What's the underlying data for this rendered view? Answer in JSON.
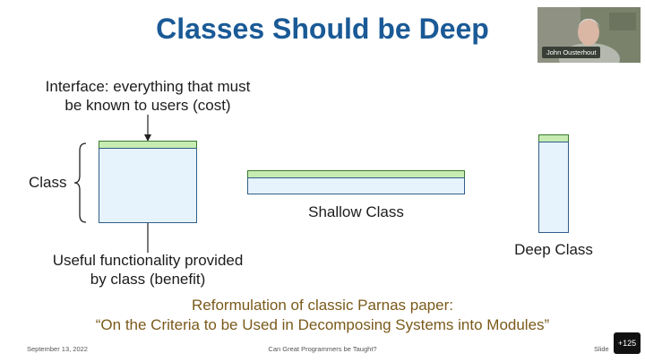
{
  "slide": {
    "title": "Classes Should be Deep",
    "interface_label": [
      "Interface: everything that must",
      "be known to users (cost)"
    ],
    "class_label": "Class",
    "functionality_label": [
      "Useful functionality provided",
      "by class (benefit)"
    ],
    "shallow_label": "Shallow Class",
    "deep_label": "Deep Class",
    "reference": [
      "Reformulation of classic Parnas paper:",
      "“On the Criteria to be Used in Decomposing Systems into Modules”"
    ]
  },
  "footer": {
    "date": "September 13, 2022",
    "talk": "Can Great Programmers be Taught?",
    "slide": "Slide"
  },
  "video": {
    "name": "John Ousterhout"
  },
  "badge": {
    "count": "+125"
  },
  "colors": {
    "title": "#1a5a96",
    "interface": "#c6ecb2",
    "body": "#e6f2fc",
    "reference": "#7a5a1a"
  }
}
